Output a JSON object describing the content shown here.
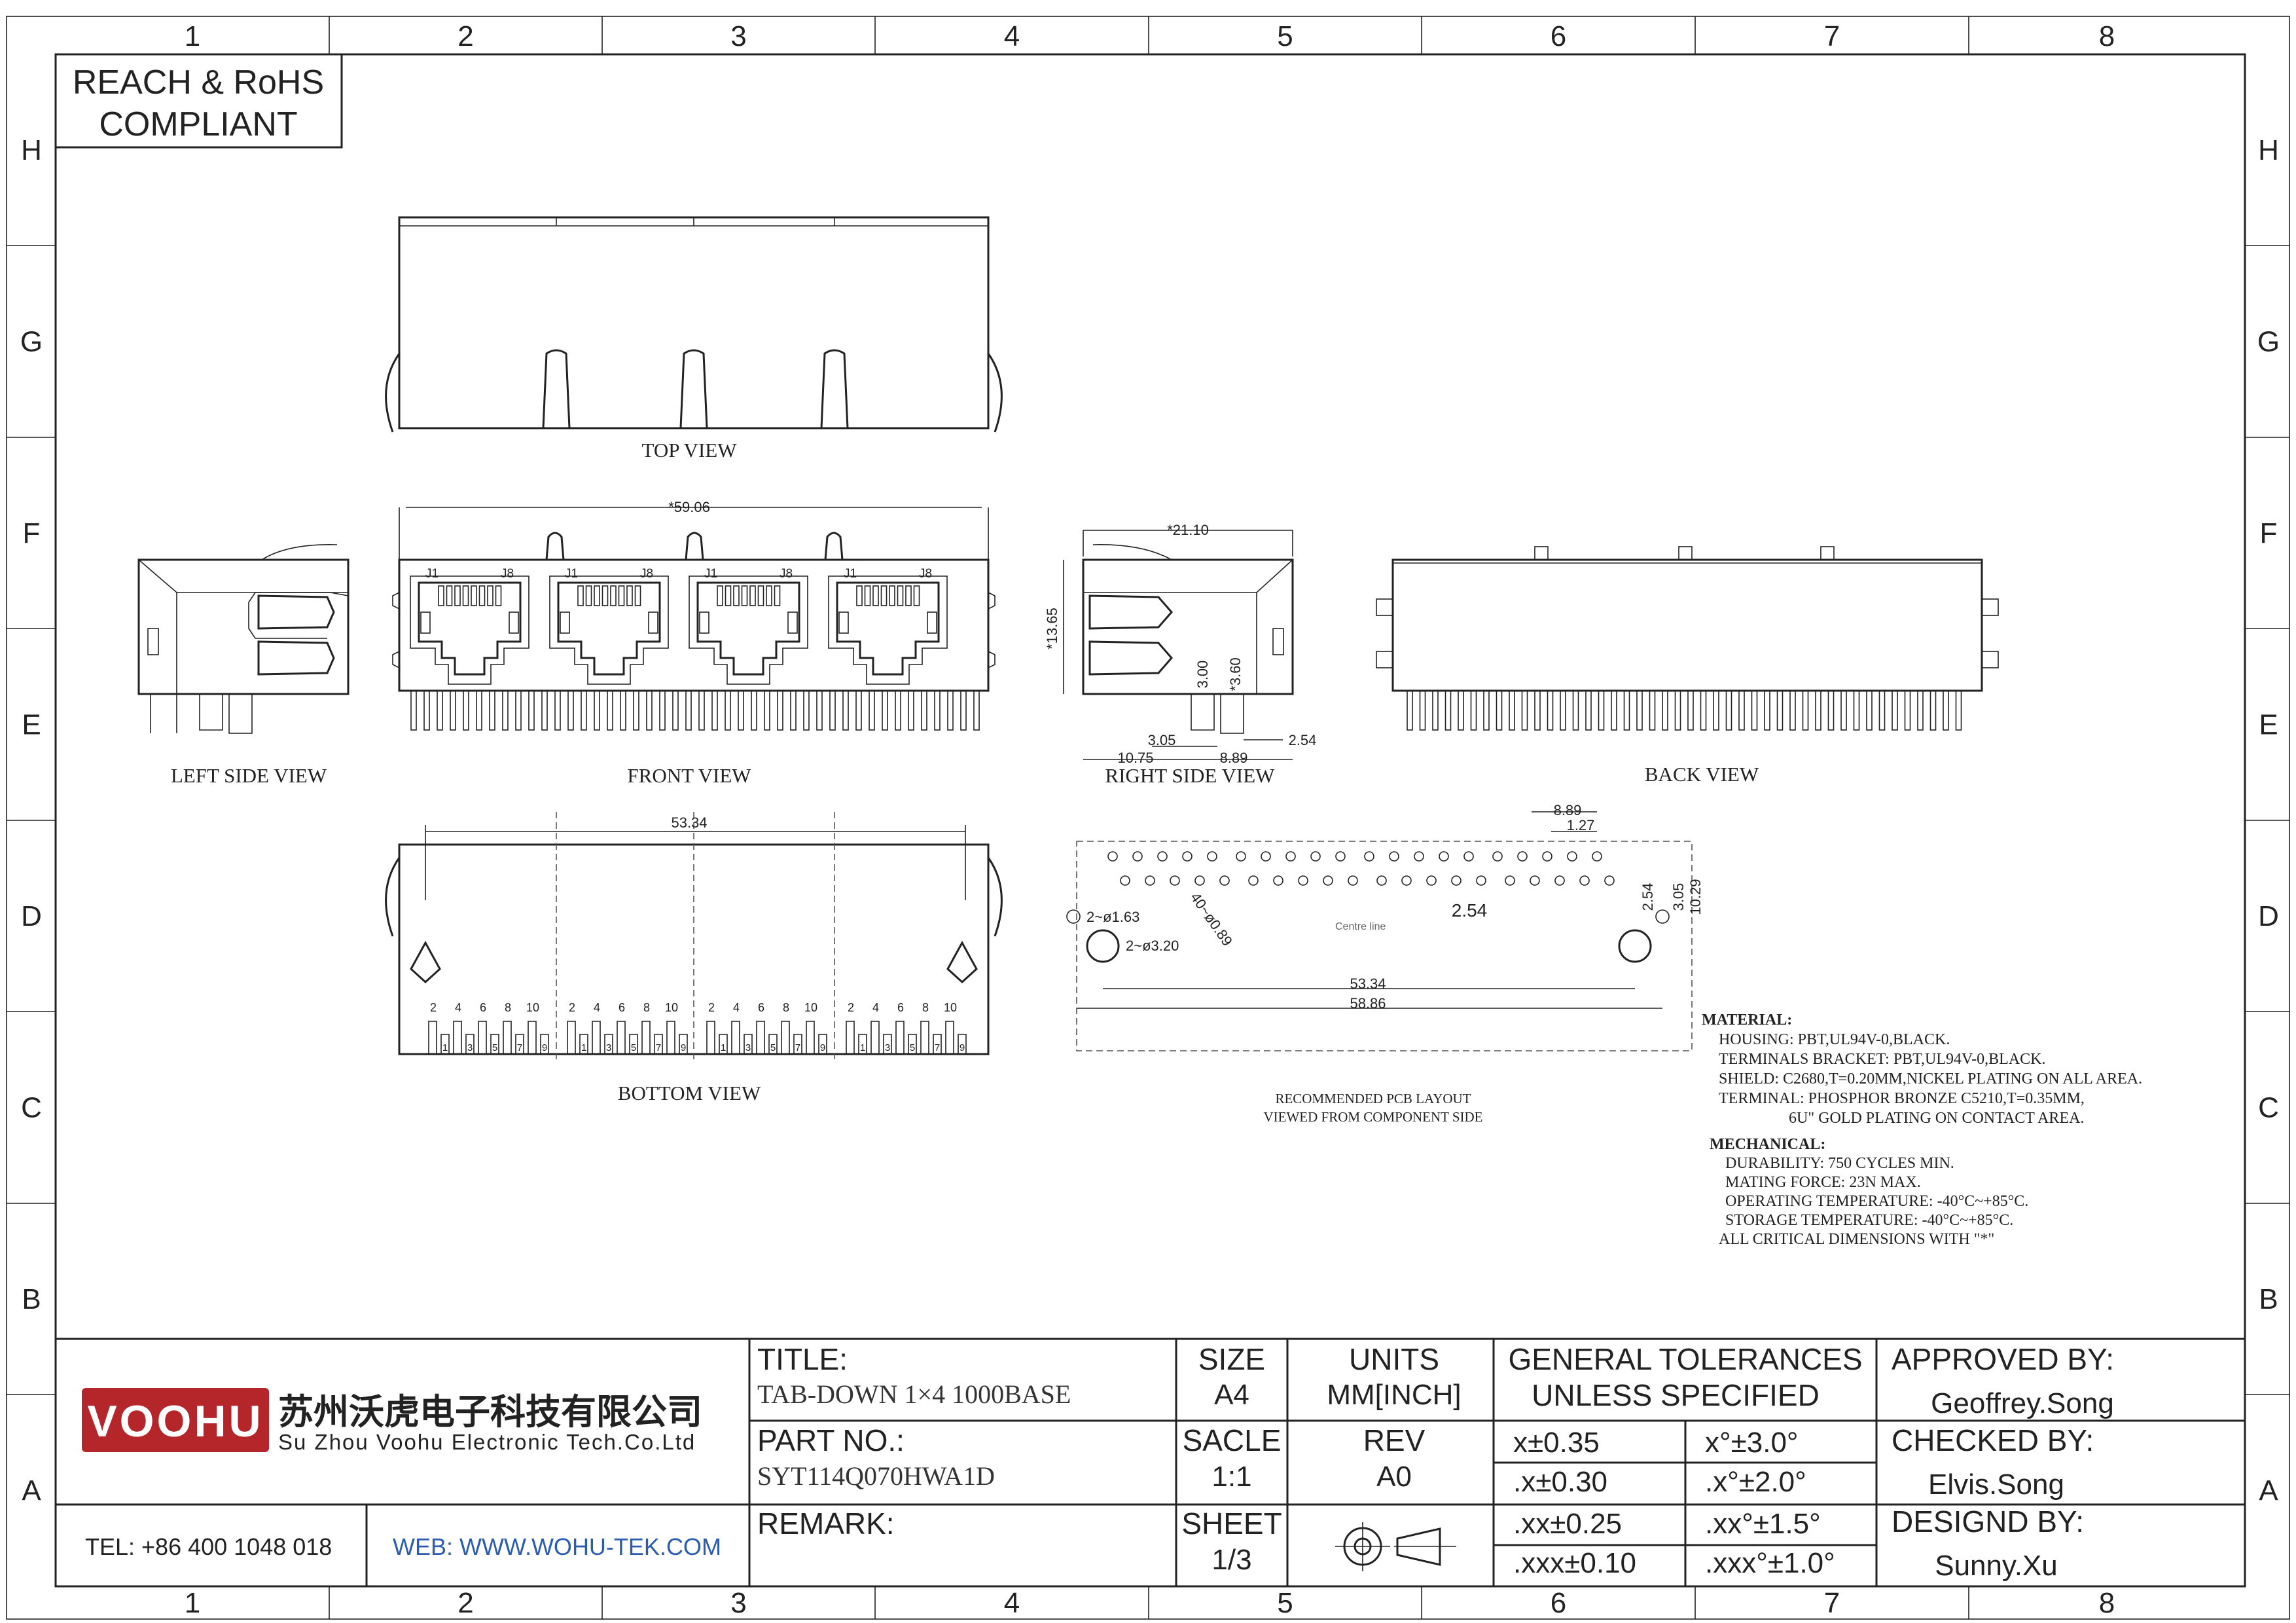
{
  "zones": {
    "columns": [
      "1",
      "2",
      "3",
      "4",
      "5",
      "6",
      "7",
      "8"
    ],
    "rows": [
      "H",
      "G",
      "F",
      "E",
      "D",
      "C",
      "B",
      "A"
    ]
  },
  "compliance": {
    "line1": "REACH & RoHS",
    "line2": "COMPLIANT"
  },
  "views": {
    "top": "TOP VIEW",
    "front": "FRONT VIEW",
    "left_side": "LEFT SIDE VIEW",
    "right_side": "RIGHT SIDE VIEW",
    "back": "BACK VIEW",
    "bottom": "BOTTOM VIEW"
  },
  "front_port_labels": {
    "first": "J1",
    "last": "J8"
  },
  "dimensions": {
    "overall_width": "*59.06",
    "side_depth": "*21.10",
    "height": "*13.65",
    "pin_3_00": "3.00",
    "pin_3_60": "*3.60",
    "offset_3_05": "3.05",
    "offset_10_75": "10.75",
    "offset_8_89": "8.89",
    "offset_2_54": "2.54",
    "bottom_span": "53.34",
    "pcb_8_89": "8.89",
    "pcb_1_27": "1.27",
    "pcb_2_54": "2.54",
    "pcb_2_54_v": "2.54",
    "pcb_3_05": "3.05",
    "pcb_10_29": "10.29",
    "hole_1_63": "2~ø1.63",
    "hole_3_20": "2~ø3.20",
    "hole_0_89": "40~ø0.89",
    "pcb_53_34": "53.34",
    "pcb_58_86": "58.86",
    "centre_line": "Centre line"
  },
  "bottom_pin_numbers": {
    "even": [
      "2",
      "4",
      "6",
      "8",
      "10"
    ],
    "odd": [
      "1",
      "3",
      "5",
      "7",
      "9"
    ]
  },
  "pcb_layout": {
    "line1": "RECOMMENDED PCB LAYOUT",
    "line2": "VIEWED FROM COMPONENT SIDE"
  },
  "material": {
    "heading": "MATERIAL:",
    "lines": [
      "HOUSING: PBT,UL94V-0,BLACK.",
      "TERMINALS BRACKET: PBT,UL94V-0,BLACK.",
      "SHIELD: C2680,T=0.20MM,NICKEL PLATING ON ALL AREA.",
      "TERMINAL: PHOSPHOR BRONZE C5210,T=0.35MM,",
      "6U\" GOLD PLATING ON CONTACT AREA."
    ]
  },
  "mechanical": {
    "heading": "MECHANICAL:",
    "lines": [
      "DURABILITY: 750 CYCLES MIN.",
      "MATING FORCE: 23N MAX.",
      "OPERATING TEMPERATURE: -40°C~+85°C.",
      "STORAGE TEMPERATURE: -40°C~+85°C.",
      "ALL CRITICAL DIMENSIONS WITH \"*\""
    ]
  },
  "company": {
    "logo": "VOOHU",
    "name_cn": "苏州沃虎电子科技有限公司",
    "name_en": "Su Zhou Voohu Electronic Tech.Co.Ltd",
    "tel": "TEL: +86 400 1048 018",
    "web": "WEB: WWW.WOHU-TEK.COM",
    "brand_color": "#b5262b"
  },
  "title_block": {
    "title_label": "TITLE:",
    "title_value": "TAB-DOWN 1×4 1000BASE",
    "part_label": "PART NO.:",
    "part_value": "SYT114Q070HWA1D",
    "remark_label": "REMARK:",
    "size_label": "SIZE",
    "size_value": "A4",
    "units_label": "UNITS",
    "units_value": "MM[INCH]",
    "scale_label": "SACLE",
    "scale_value": "1:1",
    "rev_label": "REV",
    "rev_value": "A0",
    "sheet_label": "SHEET",
    "sheet_value": "1/3",
    "tol_heading1": "GENERAL TOLERANCES",
    "tol_heading2": "UNLESS SPECIFIED",
    "tolerances": [
      [
        "x±0.35",
        "x°±3.0°"
      ],
      [
        ".x±0.30",
        ".x°±2.0°"
      ],
      [
        ".xx±0.25",
        ".xx°±1.5°"
      ],
      [
        ".xxx±0.10",
        ".xxx°±1.0°"
      ]
    ],
    "approved_label": "APPROVED BY:",
    "approved_value": "Geoffrey.Song",
    "checked_label": "CHECKED BY:",
    "checked_value": "Elvis.Song",
    "designed_label": "DESIGND BY:",
    "designed_value": "Sunny.Xu"
  }
}
